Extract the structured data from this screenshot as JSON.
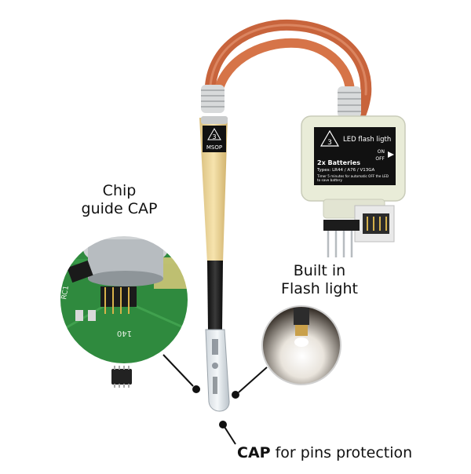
{
  "captions": {
    "chip_line1": "Chip",
    "chip_line2": "guide CAP",
    "flash_line1": "Built in",
    "flash_line2": "Flash light",
    "cap_bold": "CAP",
    "cap_rest": " for pins protection"
  },
  "probe": {
    "logo_digit": "3",
    "logo_text": "MSOP"
  },
  "flash_box": {
    "logo_digit": "3",
    "title": "LED flash ligth",
    "switch_on": "ON",
    "switch_off": "OFF",
    "batteries": "2x Batteries",
    "types": "Types: LR44 / A76 / V13GA",
    "timer_line1": "Timer 5 minutes for automatic OFF the LED",
    "timer_line2": "to save battery"
  },
  "pcb_silkscreen": {
    "label_left": "RC1",
    "label_bottom": "140"
  },
  "colors": {
    "cable": "#c8643c",
    "probe_body": "#f1d79c",
    "grip": "#1a1a1a",
    "box": "#e9ecd8",
    "label_bg": "#111111",
    "pcb": "#2f8a3e"
  }
}
